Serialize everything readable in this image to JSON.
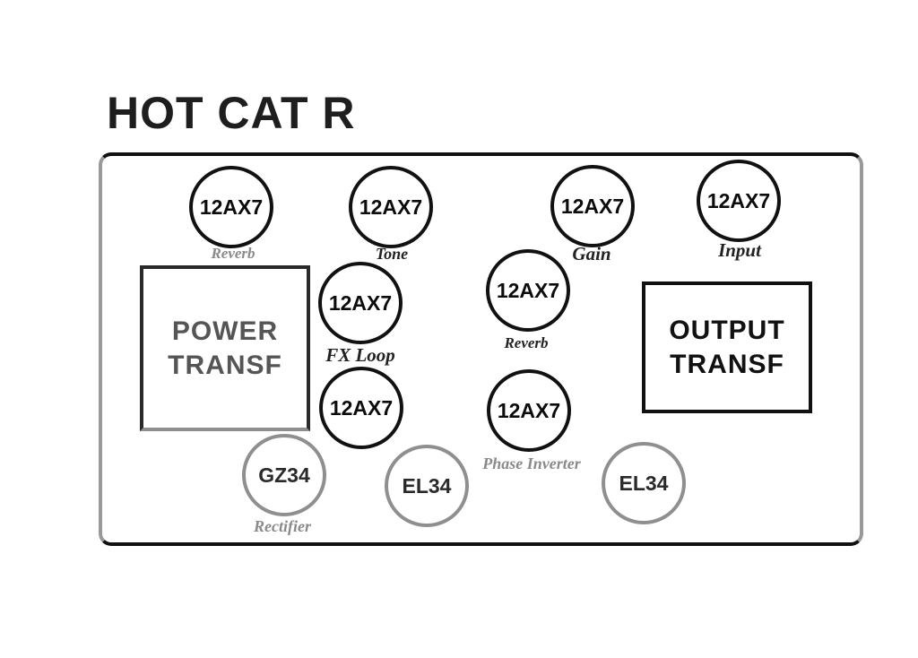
{
  "title": "HOT CAT R",
  "tubes": [
    {
      "type": "12AX7",
      "caption": "Reverb"
    },
    {
      "type": "12AX7",
      "caption": "Tone"
    },
    {
      "type": "12AX7",
      "caption": "Gain"
    },
    {
      "type": "12AX7",
      "caption": "Input"
    },
    {
      "type": "12AX7",
      "caption": "FX Loop"
    },
    {
      "type": "12AX7",
      "caption": "Reverb"
    },
    {
      "type": "12AX7",
      "caption": ""
    },
    {
      "type": "12AX7",
      "caption": "Phase Inverter"
    },
    {
      "type": "GZ34",
      "caption": "Rectifier"
    },
    {
      "type": "EL34",
      "caption": ""
    },
    {
      "type": "EL34",
      "caption": ""
    }
  ],
  "transformers": {
    "power": {
      "line1": "POWER",
      "line2": "TRANSF"
    },
    "output": {
      "line1": "OUTPUT",
      "line2": "TRANSF"
    }
  }
}
